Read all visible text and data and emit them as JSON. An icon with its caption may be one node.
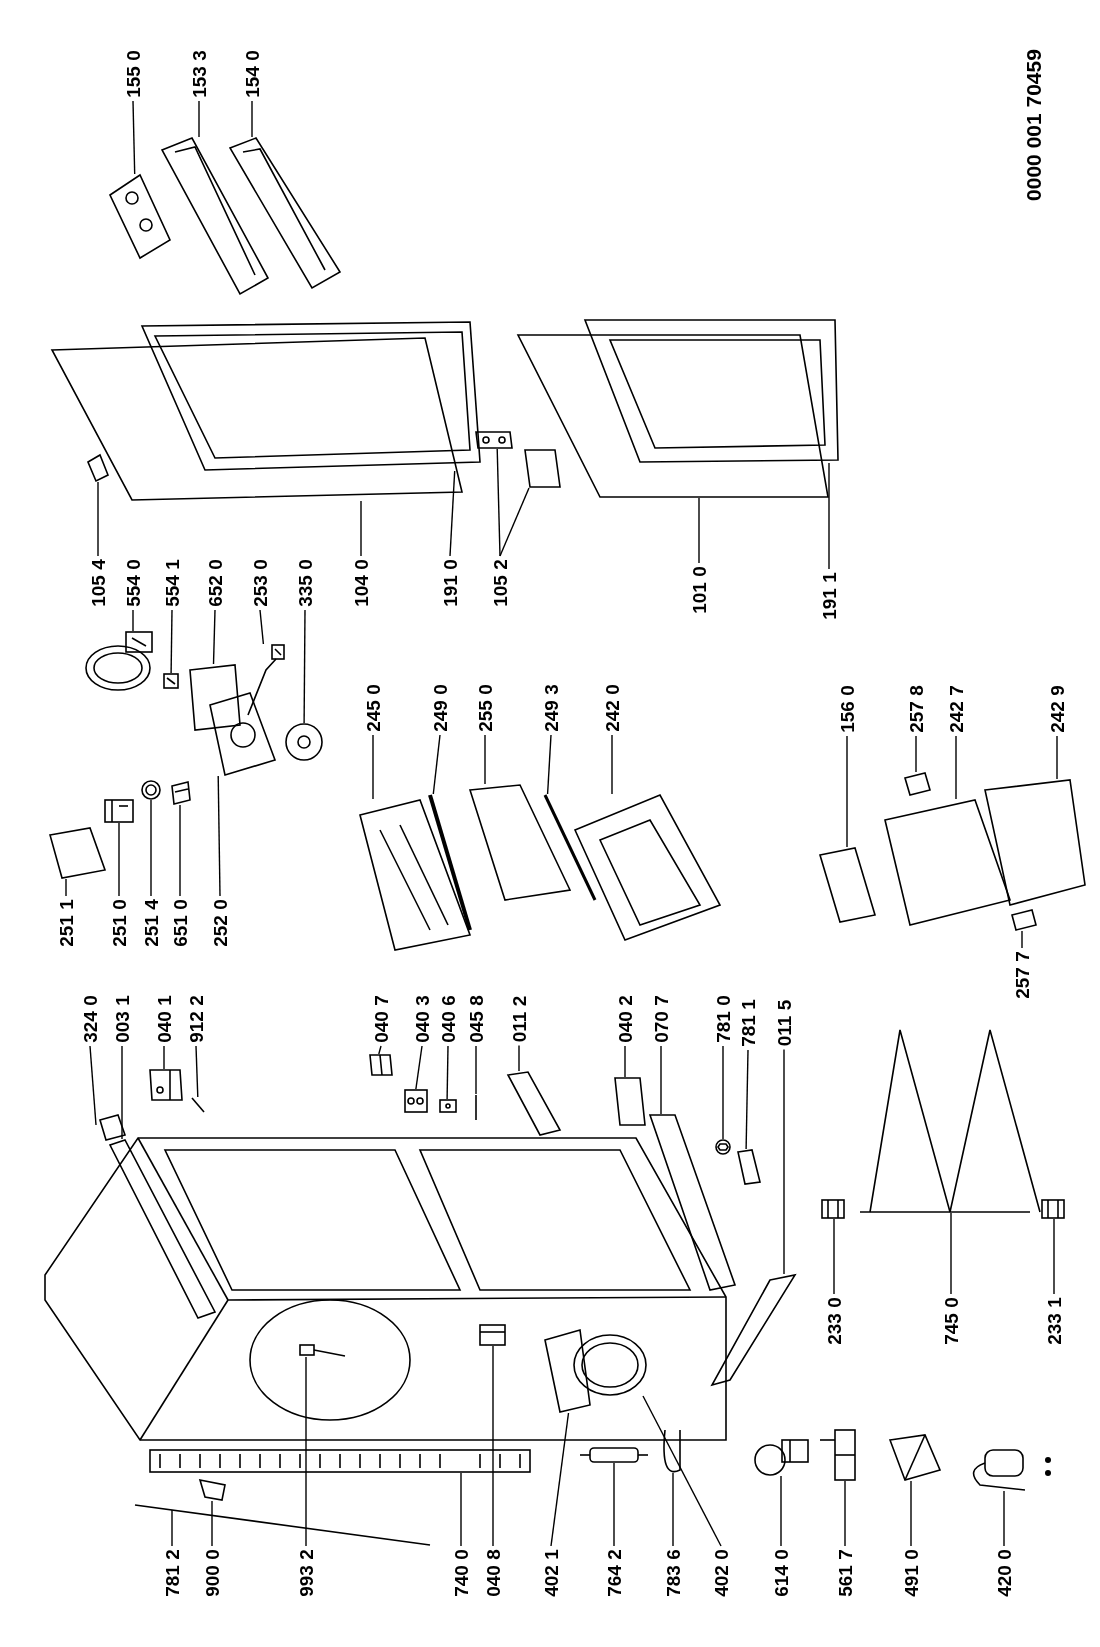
{
  "diagram": {
    "nodes": [
      {
        "text": [
          "155 0"
        ]
      },
      {
        "text": [
          "153 3"
        ]
      },
      {
        "text": [
          "154 0"
        ]
      },
      {
        "text": [
          "105 4"
        ]
      },
      {
        "text": [
          "554 0"
        ]
      },
      {
        "text": [
          "554 1"
        ]
      },
      {
        "text": [
          "652 0"
        ]
      },
      {
        "text": [
          "253 0"
        ]
      },
      {
        "text": [
          "335 0"
        ]
      },
      {
        "text": [
          "104 0"
        ]
      },
      {
        "text": [
          "191 0"
        ]
      },
      {
        "text": [
          "105 2"
        ]
      },
      {
        "text": [
          "101 0"
        ]
      },
      {
        "text": [
          "191 1"
        ]
      },
      {
        "text": [
          "245 0"
        ]
      },
      {
        "text": [
          "249 0"
        ]
      },
      {
        "text": [
          "255 0"
        ]
      },
      {
        "text": [
          "249 3"
        ]
      },
      {
        "text": [
          "242 0"
        ]
      },
      {
        "text": [
          "156 0"
        ]
      },
      {
        "text": [
          "257 8"
        ]
      },
      {
        "text": [
          "242 7"
        ]
      },
      {
        "text": [
          "242 9"
        ]
      },
      {
        "text": [
          "251 1"
        ]
      },
      {
        "text": [
          "251 0"
        ]
      },
      {
        "text": [
          "251 4"
        ]
      },
      {
        "text": [
          "651 0"
        ]
      },
      {
        "text": [
          "252 0"
        ]
      },
      {
        "text": [
          "324 0"
        ]
      },
      {
        "text": [
          "003 1"
        ]
      },
      {
        "text": [
          "040 1"
        ]
      },
      {
        "text": [
          "912 2"
        ]
      },
      {
        "text": [
          "040 7"
        ]
      },
      {
        "text": [
          "040 3"
        ]
      },
      {
        "text": [
          "040 6"
        ]
      },
      {
        "text": [
          "045 8"
        ]
      },
      {
        "text": [
          "011 2"
        ]
      },
      {
        "text": [
          "040 2"
        ]
      },
      {
        "text": [
          "070 7"
        ]
      },
      {
        "text": [
          "781 0"
        ]
      },
      {
        "text": [
          "781 1"
        ]
      },
      {
        "text": [
          "011 5"
        ]
      },
      {
        "text": [
          "257 7"
        ]
      },
      {
        "text": [
          "233 0"
        ]
      },
      {
        "text": [
          "745 0"
        ]
      },
      {
        "text": [
          "233 1"
        ]
      },
      {
        "text": [
          "781 2"
        ]
      },
      {
        "text": [
          "900 0"
        ]
      },
      {
        "text": [
          "993 2"
        ]
      },
      {
        "text": [
          "740 0"
        ]
      },
      {
        "text": [
          "040 8"
        ]
      },
      {
        "text": [
          "402 1"
        ]
      },
      {
        "text": [
          "764 2"
        ]
      },
      {
        "text": [
          "783 6"
        ]
      },
      {
        "text": [
          "402 0"
        ]
      },
      {
        "text": [
          "614 0"
        ]
      },
      {
        "text": [
          "561 7"
        ]
      },
      {
        "text": [
          "491 0"
        ]
      },
      {
        "text": [
          "420 0"
        ]
      },
      {
        "text": [],
        "shape": "picture"
      },
      {
        "text": [],
        "shape": "picture"
      },
      {
        "text": [],
        "shape": "picture"
      },
      {
        "text": [],
        "shape": "picture"
      },
      {
        "text": [],
        "shape": "picture"
      },
      {
        "text": [],
        "shape": "picture"
      },
      {
        "text": [],
        "shape": "picture"
      },
      {
        "text": [],
        "shape": "picture"
      },
      {
        "text": [],
        "shape": "picture"
      },
      {
        "text": [],
        "shape": "picture"
      },
      {
        "text": [],
        "shape": "picture"
      },
      {
        "text": [],
        "shape": "picture"
      },
      {
        "text": [],
        "shape": "picture"
      },
      {
        "text": [],
        "shape": "picture"
      },
      {
        "text": [],
        "shape": "picture"
      },
      {
        "text": [],
        "shape": "picture"
      },
      {
        "text": [],
        "shape": "picture"
      },
      {
        "text": [],
        "shape": "picture"
      },
      {
        "text": [],
        "shape": "picture"
      },
      {
        "text": [],
        "shape": "picture"
      },
      {
        "text": [],
        "shape": "picture"
      },
      {
        "text": [],
        "shape": "picture"
      },
      {
        "text": [],
        "shape": "picture"
      },
      {
        "text": [],
        "shape": "picture"
      },
      {
        "text": [],
        "shape": "picture"
      },
      {
        "text": [],
        "shape": "picture"
      },
      {
        "text": [],
        "shape": "picture"
      },
      {
        "text": [],
        "shape": "picture"
      },
      {
        "text": [],
        "shape": "picture"
      },
      {
        "text": [],
        "shape": "picture"
      },
      {
        "text": [],
        "shape": "picture"
      },
      {
        "text": [],
        "shape": "picture"
      },
      {
        "text": [],
        "shape": "picture"
      },
      {
        "text": [],
        "shape": "picture"
      },
      {
        "text": [],
        "shape": "picture"
      },
      {
        "text": [],
        "shape": "picture"
      },
      {
        "text": [],
        "shape": "picture"
      },
      {
        "text": [],
        "shape": "picture"
      },
      {
        "text": [],
        "shape": "picture"
      },
      {
        "text": [],
        "shape": "picture"
      },
      {
        "text": [],
        "shape": "picture"
      },
      {
        "text": [],
        "shape": "picture"
      },
      {
        "text": [],
        "shape": "picture"
      },
      {
        "text": [],
        "shape": "picture"
      },
      {
        "text": [],
        "shape": "picture"
      },
      {
        "text": [],
        "shape": "picture"
      },
      {
        "text": [],
        "shape": "picture"
      },
      {
        "text": [],
        "shape": "picture"
      },
      {
        "text": [],
        "shape": "picture"
      },
      {
        "text": [],
        "shape": "picture"
      },
      {
        "text": [],
        "shape": "picture"
      },
      {
        "text": [],
        "shape": "picture"
      },
      {
        "text": [],
        "shape": "picture"
      },
      {
        "text": [],
        "shape": "picture"
      },
      {
        "text": [],
        "shape": "picture"
      },
      {
        "text": [],
        "shape": "picture"
      },
      {
        "text": [],
        "shape": "picture"
      },
      {
        "text": [],
        "shape": "picture"
      },
      {
        "text": [],
        "shape": "picture"
      },
      {
        "text": [],
        "shape": "picture"
      }
    ],
    "edges": [
      {
        "from": 0,
        "to": 59,
        "arrow": "none"
      },
      {
        "from": 1,
        "to": 60,
        "arrow": "none"
      },
      {
        "from": 2,
        "to": 61,
        "arrow": "none"
      },
      {
        "from": 3,
        "to": 62,
        "arrow": "none"
      },
      {
        "from": 4,
        "to": 63,
        "arrow": "none"
      },
      {
        "from": 5,
        "to": 64,
        "arrow": "none"
      },
      {
        "from": 6,
        "to": 65,
        "arrow": "none"
      },
      {
        "from": 7,
        "to": 66,
        "arrow": "none"
      },
      {
        "from": 8,
        "to": 67,
        "arrow": "none"
      },
      {
        "from": 9,
        "to": 68,
        "arrow": "none"
      },
      {
        "from": 10,
        "to": 69,
        "arrow": "none"
      },
      {
        "from": 11,
        "to": 70,
        "arrow": "none"
      },
      {
        "from": 11,
        "to": 71,
        "arrow": "none"
      },
      {
        "from": 12,
        "to": 72,
        "arrow": "none"
      },
      {
        "from": 13,
        "to": 73,
        "arrow": "none"
      },
      {
        "from": 14,
        "to": 74,
        "arrow": "none"
      },
      {
        "from": 15,
        "to": 75,
        "arrow": "none"
      },
      {
        "from": 16,
        "to": 76,
        "arrow": "none"
      },
      {
        "from": 17,
        "to": 77,
        "arrow": "none"
      },
      {
        "from": 18,
        "to": 78,
        "arrow": "none"
      },
      {
        "from": 19,
        "to": 79,
        "arrow": "none"
      },
      {
        "from": 20,
        "to": 80,
        "arrow": "none"
      },
      {
        "from": 21,
        "to": 81,
        "arrow": "none"
      },
      {
        "from": 22,
        "to": 82,
        "arrow": "none"
      },
      {
        "from": 23,
        "to": 83,
        "arrow": "none"
      },
      {
        "from": 24,
        "to": 84,
        "arrow": "none"
      },
      {
        "from": 25,
        "to": 85,
        "arrow": "none"
      },
      {
        "from": 26,
        "to": 86,
        "arrow": "none"
      },
      {
        "from": 27,
        "to": 87,
        "arrow": "none"
      },
      {
        "from": 28,
        "to": 88,
        "arrow": "none"
      },
      {
        "from": 29,
        "to": 89,
        "arrow": "none"
      },
      {
        "from": 30,
        "to": 90,
        "arrow": "none"
      },
      {
        "from": 31,
        "to": 91,
        "arrow": "none"
      },
      {
        "from": 32,
        "to": 92,
        "arrow": "none"
      },
      {
        "from": 33,
        "to": 93,
        "arrow": "none"
      },
      {
        "from": 34,
        "to": 94,
        "arrow": "none"
      },
      {
        "from": 35,
        "to": 95,
        "arrow": "none"
      },
      {
        "from": 36,
        "to": 96,
        "arrow": "none"
      },
      {
        "from": 37,
        "to": 97,
        "arrow": "none"
      },
      {
        "from": 38,
        "to": 98,
        "arrow": "none"
      },
      {
        "from": 39,
        "to": 99,
        "arrow": "none"
      },
      {
        "from": 40,
        "to": 100,
        "arrow": "none"
      },
      {
        "from": 41,
        "to": 101,
        "arrow": "none"
      },
      {
        "from": 42,
        "to": 102,
        "arrow": "none"
      },
      {
        "from": 43,
        "to": 103,
        "arrow": "none"
      },
      {
        "from": 44,
        "to": 104,
        "arrow": "none"
      },
      {
        "from": 45,
        "to": 105,
        "arrow": "none"
      },
      {
        "from": 46,
        "to": 106,
        "arrow": "none"
      },
      {
        "from": 47,
        "to": 107,
        "arrow": "none"
      },
      {
        "from": 48,
        "to": 108,
        "arrow": "none"
      },
      {
        "from": 49,
        "to": 109,
        "arrow": "none"
      },
      {
        "from": 50,
        "to": 110,
        "arrow": "none"
      },
      {
        "from": 51,
        "to": 111,
        "arrow": "none"
      },
      {
        "from": 52,
        "to": 112,
        "arrow": "none"
      },
      {
        "from": 53,
        "to": 113,
        "arrow": "none"
      },
      {
        "from": 54,
        "to": 114,
        "arrow": "none"
      },
      {
        "from": 55,
        "to": 115,
        "arrow": "none"
      },
      {
        "from": 56,
        "to": 116,
        "arrow": "none"
      },
      {
        "from": 57,
        "to": 117,
        "arrow": "none"
      },
      {
        "from": 58,
        "to": 118,
        "arrow": "none"
      }
    ],
    "labels": [
      "0000 001 70459"
    ]
  }
}
